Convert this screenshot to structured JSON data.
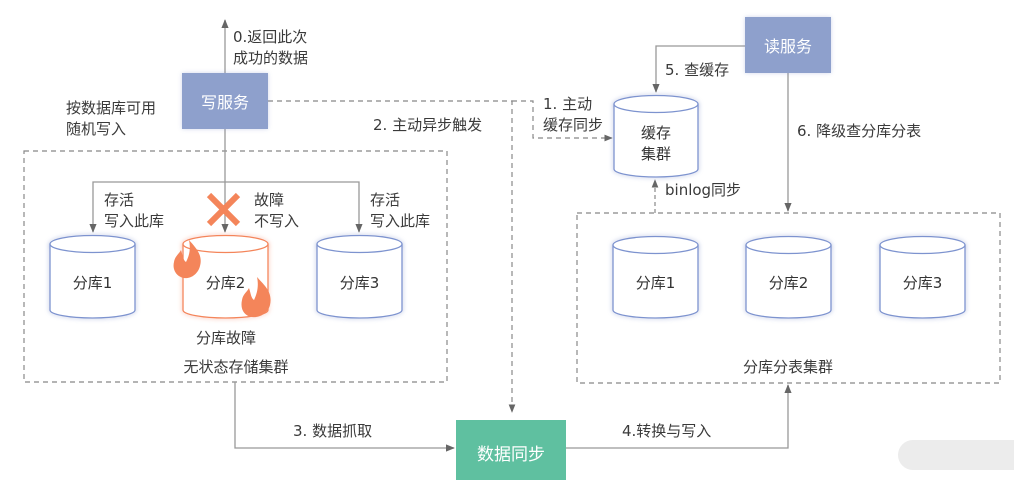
{
  "colors": {
    "service_box": "#8ea0cc",
    "sync_box": "#5fc0a0",
    "cylinder_stroke": "#7d93cf",
    "fault_color": "#f4855a",
    "line": "#8a8a8a",
    "dashed": "#8a8a8a"
  },
  "write_service": {
    "label": "写服务",
    "return_note_line1": "0.返回此次",
    "return_note_line2": "成功的数据",
    "random_write_line1": "按数据库可用",
    "random_write_line2": "随机写入"
  },
  "stateless_cluster": {
    "title": "无状态存储集群",
    "alive_left_line1": "存活",
    "alive_left_line2": "写入此库",
    "fault_note_line1": "故障",
    "fault_note_line2": "不写入",
    "alive_right_line1": "存活",
    "alive_right_line2": "写入此库",
    "shards": [
      {
        "label": "分库1",
        "status": "ok"
      },
      {
        "label": "分库2",
        "status": "fault"
      },
      {
        "label": "分库3",
        "status": "ok"
      }
    ],
    "fault_caption": "分库故障",
    "icons": {
      "blocked": "cross-icon",
      "fire": "fire-icon"
    }
  },
  "cache": {
    "label_line1": "缓存",
    "label_line2": "集群",
    "step1_line1": "1. 主动",
    "step1_line2": "缓存同步",
    "binlog": "binlog同步"
  },
  "steps": {
    "step2": "2. 主动异步触发",
    "step3": "3. 数据抓取",
    "step4": "4.转换与写入",
    "step5": "5. 查缓存",
    "step6": "6. 降级查分库分表"
  },
  "read_service": {
    "label": "读服务"
  },
  "data_sync": {
    "label": "数据同步"
  },
  "sharded_cluster": {
    "title": "分库分表集群",
    "shards": [
      {
        "label": "分库1"
      },
      {
        "label": "分库2"
      },
      {
        "label": "分库3"
      }
    ]
  }
}
